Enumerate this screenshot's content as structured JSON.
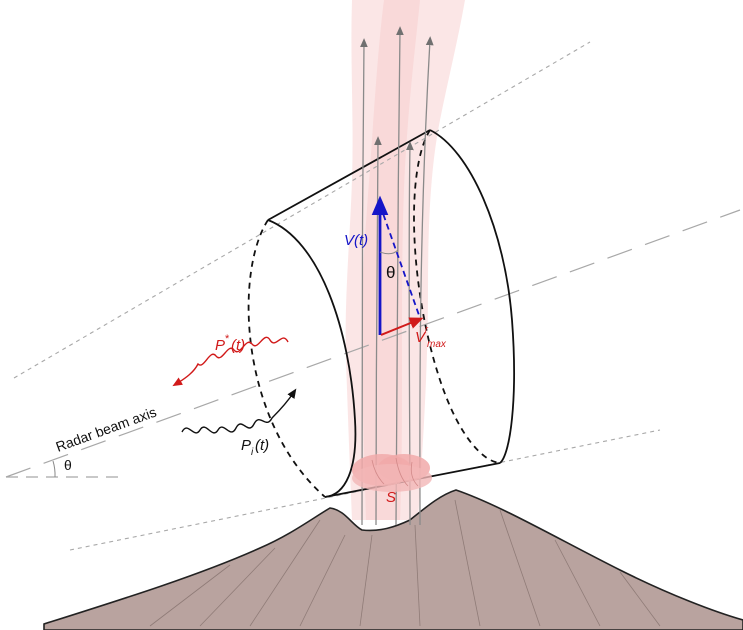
{
  "labels": {
    "radar_beam_axis": "Radar beam axis",
    "theta_bottom": "θ",
    "theta_cone": "θ",
    "velocity": "V(t)",
    "v_max_main": "V",
    "v_max_sub": "max",
    "v_max_sup": "r",
    "p_backscatter_main": "P",
    "p_backscatter_sup": "*",
    "p_backscatter_tail": "(t)",
    "p_incident_main": "P",
    "p_incident_sub": "i",
    "p_incident_tail": "(t)",
    "surface": "S"
  },
  "colors": {
    "plume": "#f8d6d6",
    "plume_core": "#f3b3b3",
    "ground": "#b9a39f",
    "velocity": "#1515c8",
    "red": "#d11a1a",
    "dashed_guides": "#a8a8a8",
    "stroke": "#111111"
  }
}
